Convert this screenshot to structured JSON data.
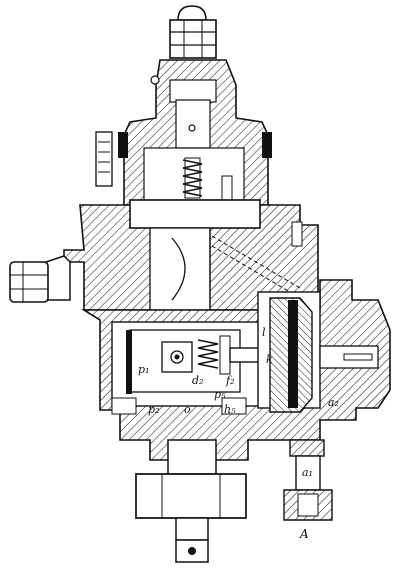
{
  "figure": {
    "labels": {
      "p1": "p₁",
      "p2": "p₂",
      "p5": "p₅",
      "h5": "h₅",
      "o": "o",
      "k": "k",
      "l": "l",
      "a1": "a₁",
      "a2": "a₂",
      "A": "A",
      "d2": "d₂",
      "f2": "f₂"
    }
  }
}
